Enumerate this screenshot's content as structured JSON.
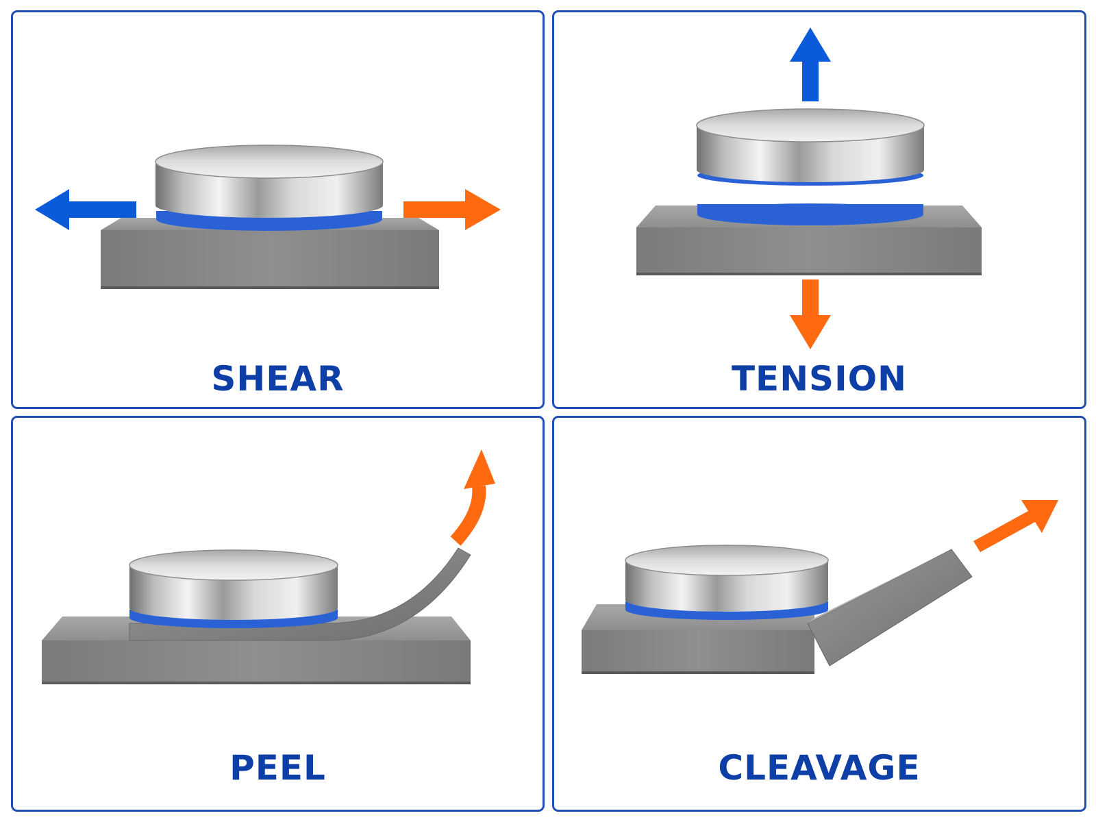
{
  "panels": {
    "shear": {
      "label": "SHEAR"
    },
    "tension": {
      "label": "TENSION"
    },
    "peel": {
      "label": "PEEL"
    },
    "cleavage": {
      "label": "CLEAVAGE"
    }
  },
  "colors": {
    "border": "#1f4fb3",
    "label": "#0d3fa6",
    "adhesive": "#2a62d6",
    "arrow_blue": "#0a5ad9",
    "arrow_orange": "#ff6a10",
    "steel": "#8a8a8a"
  },
  "icons": {
    "arrow": "arrow-icon",
    "magnet": "magnet-disc-icon",
    "plate": "steel-plate-icon"
  }
}
